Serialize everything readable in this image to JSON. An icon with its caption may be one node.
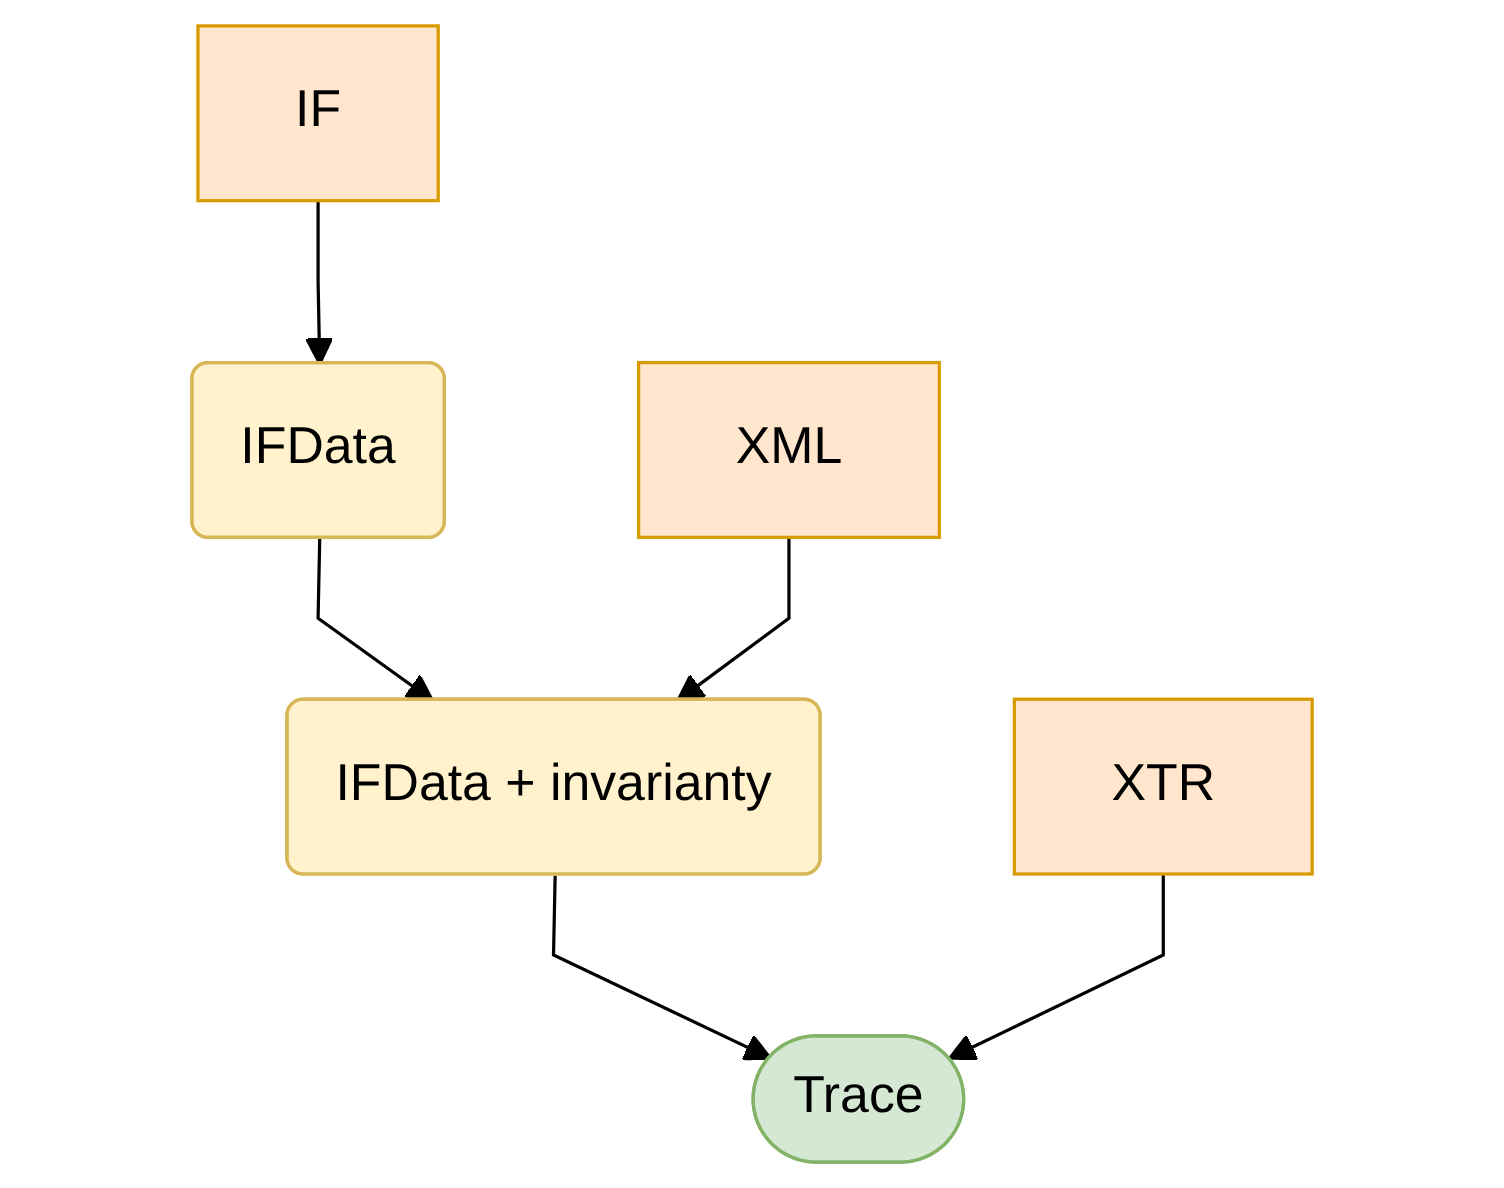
{
  "diagram": {
    "nodes": [
      {
        "text": [
          "XML"
        ]
      },
      {
        "text": [
          "IF"
        ]
      },
      {
        "text": [
          "XTR"
        ]
      },
      {
        "text": [
          "IFData"
        ]
      },
      {
        "text": [
          "IFData + invarianty"
        ]
      },
      {
        "text": [
          "Trace"
        ]
      }
    ],
    "edges": [
      {
        "from": 1,
        "to": 3,
        "arrow": "to"
      },
      {
        "from": 3,
        "to": 4,
        "arrow": "to"
      },
      {
        "from": 0,
        "to": 4,
        "arrow": "to"
      },
      {
        "from": 4,
        "to": 5,
        "arrow": "to"
      },
      {
        "from": 2,
        "to": 5,
        "arrow": "to"
      }
    ]
  }
}
